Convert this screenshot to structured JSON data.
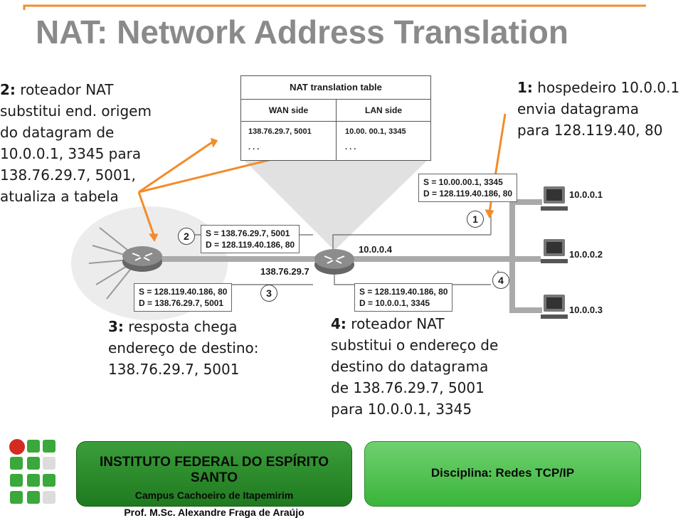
{
  "title": "NAT: Network Address Translation",
  "callouts": {
    "step1": {
      "num": "1:",
      "lines": [
        " hospedeiro 10.0.0.1",
        "envia datagrama",
        "para 128.119.40, 80"
      ]
    },
    "step2": {
      "num": "2:",
      "lines": [
        " roteador NAT",
        "substitui end. origem",
        "do datagram de",
        "10.0.0.1, 3345 para",
        "138.76.29.7, 5001,",
        "atualiza a tabela"
      ]
    },
    "step3": {
      "num": "3:",
      "lines": [
        " resposta chega",
        "endereço de destino:",
        " 138.76.29.7, 5001"
      ]
    },
    "step4": {
      "num": "4:",
      "lines": [
        " roteador NAT",
        "substitui o endereço de",
        "destino do datagrama",
        "de 138.76.29.7, 5001",
        "para 10.0.0.1, 3345"
      ]
    }
  },
  "nat_table": {
    "title": "NAT translation table",
    "wan_header": "WAN side",
    "lan_header": "LAN side",
    "wan_row": "138.76.29.7, 5001",
    "lan_row": "10.00. 00.1, 3345",
    "wan_more": ". . .",
    "lan_more": ". . ."
  },
  "packets": {
    "p1": {
      "s": "S = 10.00.00.1, 3345",
      "d": "D = 128.119.40.186, 80"
    },
    "p2": {
      "s": "S = 138.76.29.7, 5001",
      "d": "D = 128.119.40.186, 80"
    },
    "p3": {
      "s": "S = 128.119.40.186, 80",
      "d": "D = 138.76.29.7, 5001"
    },
    "p4": {
      "s": "S = 128.119.40.186, 80",
      "d": "D = 10.0.0.1, 3345"
    }
  },
  "badges": {
    "b1": "1",
    "b2": "2",
    "b3": "3",
    "b4": "4"
  },
  "labels": {
    "router_lan": "10.0.0.4",
    "router_wan": "138.76.29.7",
    "host1": "10.0.0.1",
    "host2": "10.0.0.2",
    "host3": "10.0.0.3"
  },
  "footer": {
    "institute": "INSTITUTO FEDERAL DO ESPÍRITO SANTO",
    "campus": "Campus Cachoeiro de Itapemirim",
    "professor": "Prof. M.Sc. Alexandre Fraga de Araújo",
    "discipline": "Disciplina: Redes TCP/IP"
  },
  "colors": {
    "title": "#8a8a8a",
    "accent_arrow": "#f28c28",
    "logo_red": "#d42a1f",
    "logo_green": "#3aa83a",
    "institute_box": "#2d8f2d",
    "discipline_box": "#55c455"
  }
}
